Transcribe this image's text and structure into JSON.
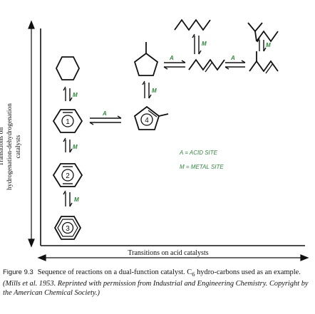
{
  "axes": {
    "y_label_line1": "Transitions on",
    "y_label_line2": "hydrogenation-dehydrogenation",
    "y_label_line3": "catalysts",
    "x_label": "Transitions on acid catalysts"
  },
  "ring_labels": [
    "1",
    "2",
    "3",
    "4"
  ],
  "arrow_labels": {
    "metal": "M",
    "acid": "A"
  },
  "legend": {
    "acid": "A = ACID SITE",
    "metal": "M = METAL SITE"
  },
  "caption": {
    "figure_number": "Figure 9.3",
    "text": "Sequence of reactions on a dual-function catalyst. C",
    "sub": "6",
    "text2": " hydro-carbons used as an example. ",
    "citation": "(Mills et al. 1953. Reprinted with permission from Industrial and Engineering Chemistry. Copyright by the American Chemical Society.)"
  },
  "colors": {
    "ink": "#111111",
    "green": "#2e8b3a"
  }
}
